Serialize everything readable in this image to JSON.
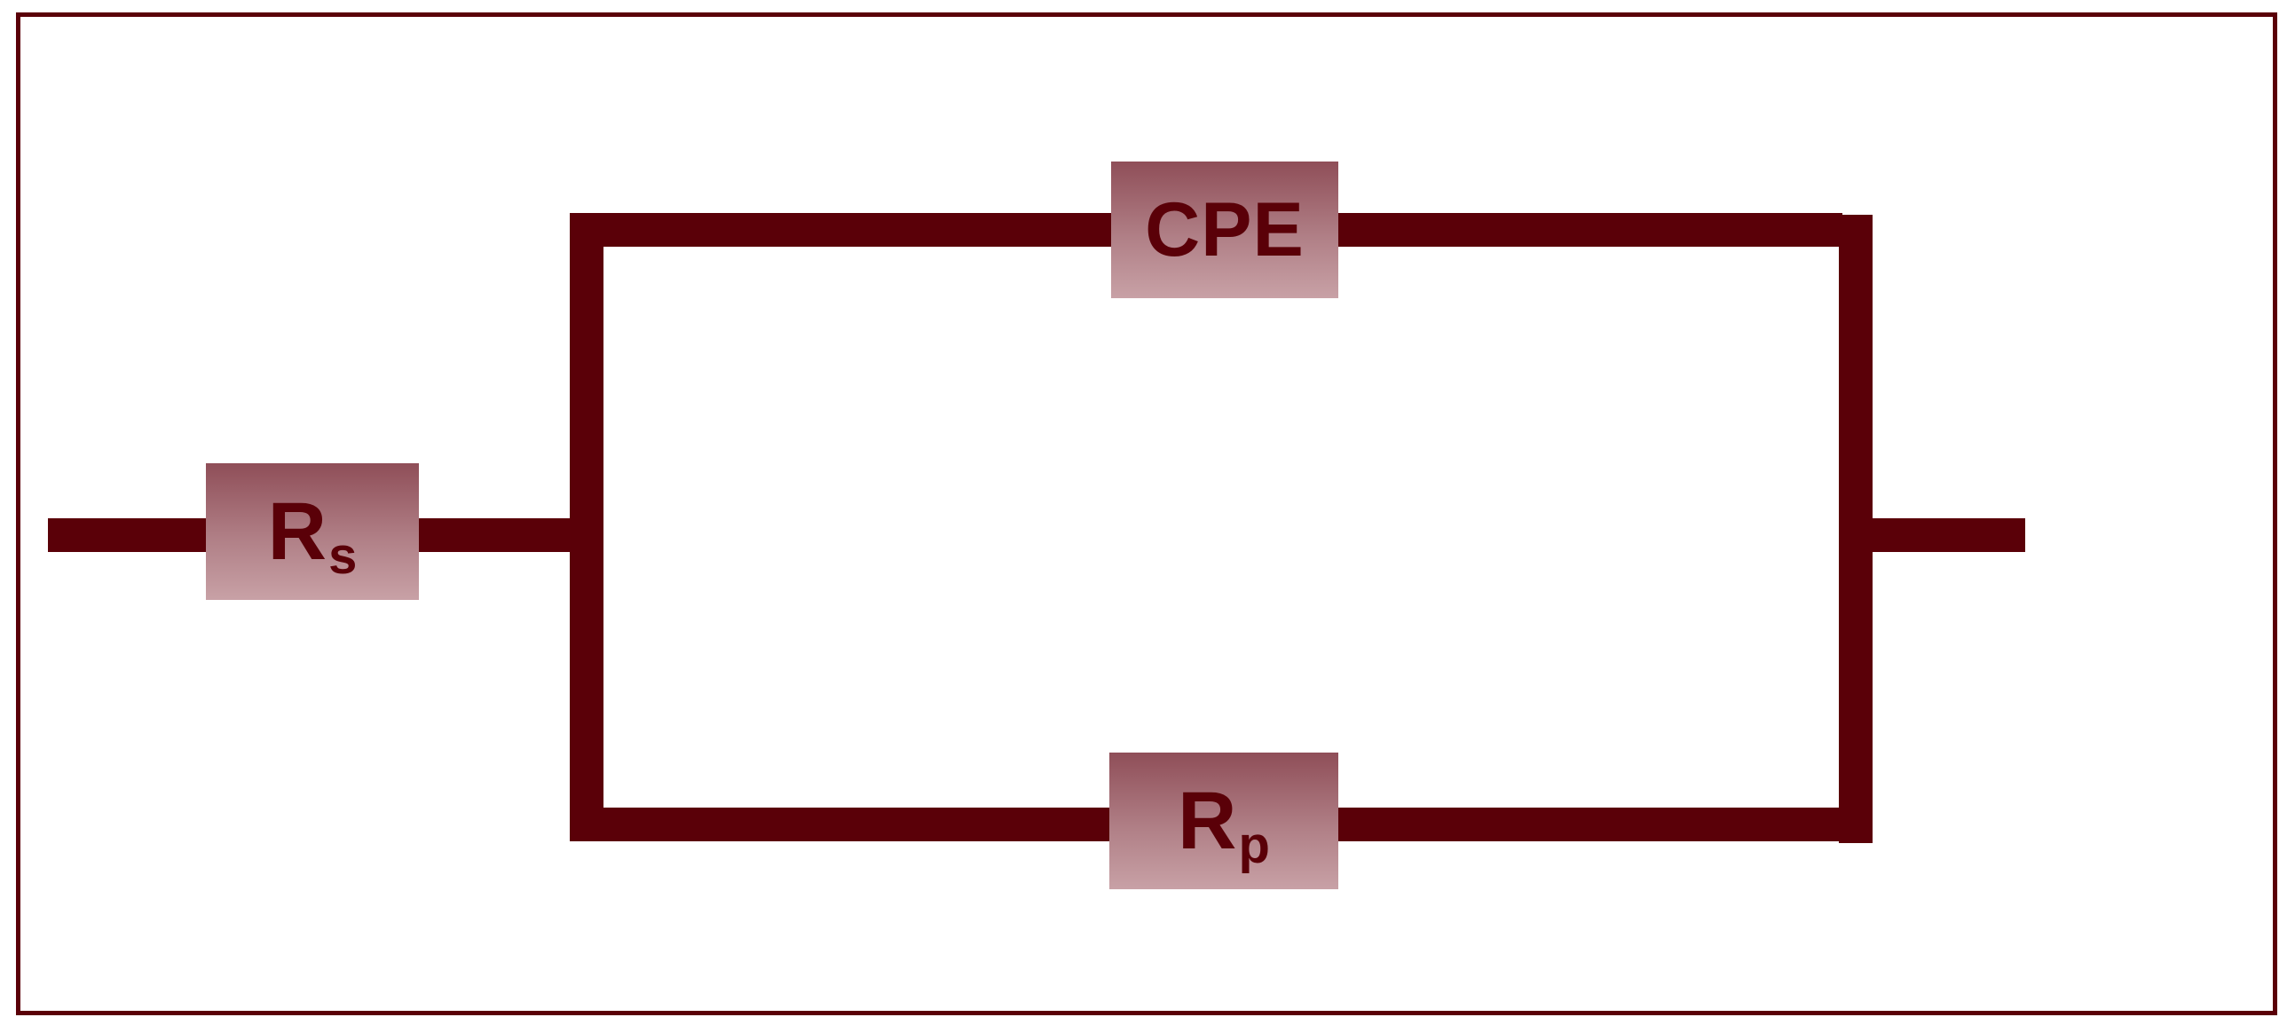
{
  "components": {
    "rs": {
      "main": "R",
      "sub": "s"
    },
    "cpe": {
      "main": "CPE"
    },
    "rp": {
      "main": "R",
      "sub": "p"
    }
  },
  "colors": {
    "wire": "#5a0008",
    "component_top": "#8f4e58",
    "component_bottom": "#c8a1a6",
    "text": "#5a0008"
  }
}
